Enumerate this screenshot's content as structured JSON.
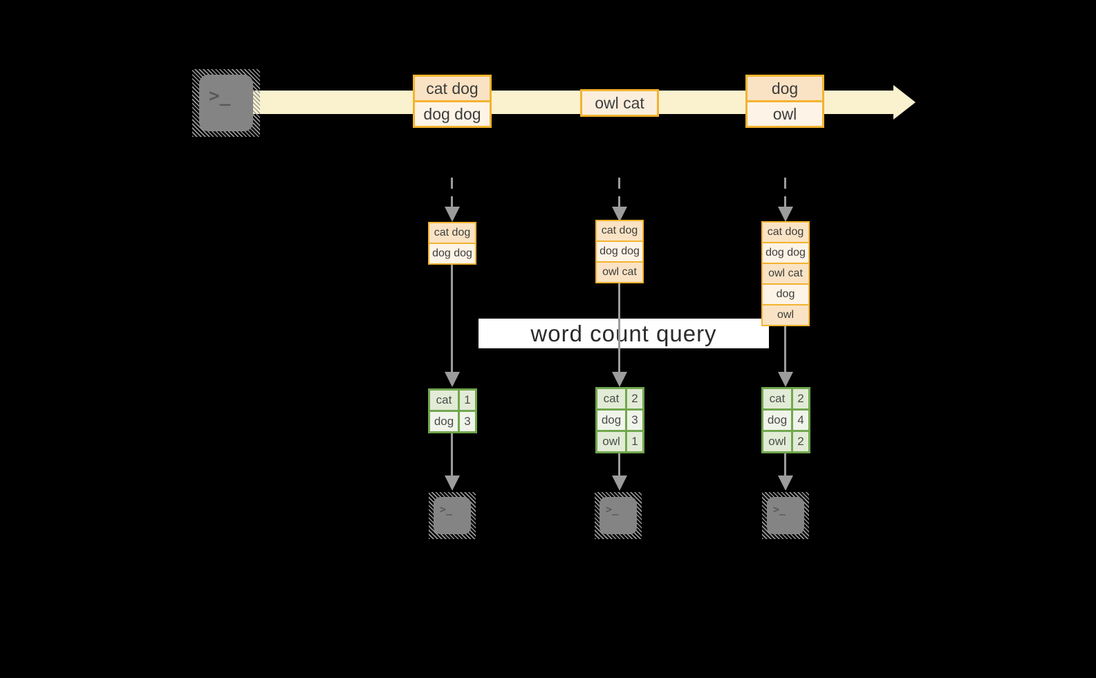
{
  "banner": {
    "label": "word count query"
  },
  "stream": {
    "events": [
      {
        "rows": [
          {
            "text": "cat dog"
          },
          {
            "text": "dog dog"
          }
        ]
      },
      {
        "rows": [
          {
            "text": "owl cat"
          }
        ]
      },
      {
        "rows": [
          {
            "text": "dog"
          },
          {
            "text": "owl"
          }
        ]
      }
    ]
  },
  "terminals": {
    "prompt": ">_"
  },
  "columns": [
    {
      "buffer": [
        {
          "text": "cat dog"
        },
        {
          "text": "dog dog"
        }
      ],
      "counts": [
        {
          "word": "cat",
          "count": "1"
        },
        {
          "word": "dog",
          "count": "3"
        }
      ]
    },
    {
      "buffer": [
        {
          "text": "cat dog"
        },
        {
          "text": "dog dog"
        },
        {
          "text": "owl cat"
        }
      ],
      "counts": [
        {
          "word": "cat",
          "count": "2"
        },
        {
          "word": "dog",
          "count": "3"
        },
        {
          "word": "owl",
          "count": "1"
        }
      ]
    },
    {
      "buffer": [
        {
          "text": "cat dog"
        },
        {
          "text": "dog dog"
        },
        {
          "text": "owl cat"
        },
        {
          "text": "dog"
        },
        {
          "text": "owl"
        }
      ],
      "counts": [
        {
          "word": "cat",
          "count": "2"
        },
        {
          "word": "dog",
          "count": "4"
        },
        {
          "word": "owl",
          "count": "2"
        }
      ]
    }
  ],
  "colors": {
    "background": "#000000",
    "stream_band": "#FAF1CE",
    "event_border": "#F3B32E",
    "event_fill_dark": "#FAE3C4",
    "event_fill_light": "#FDF3E6",
    "arrow_gray": "#9C9C9C",
    "table_border": "#71A74E",
    "table_fill_dark": "#E2EBD6",
    "table_fill_light": "#F0F4EA",
    "banner_bg": "#FFFFFF"
  }
}
